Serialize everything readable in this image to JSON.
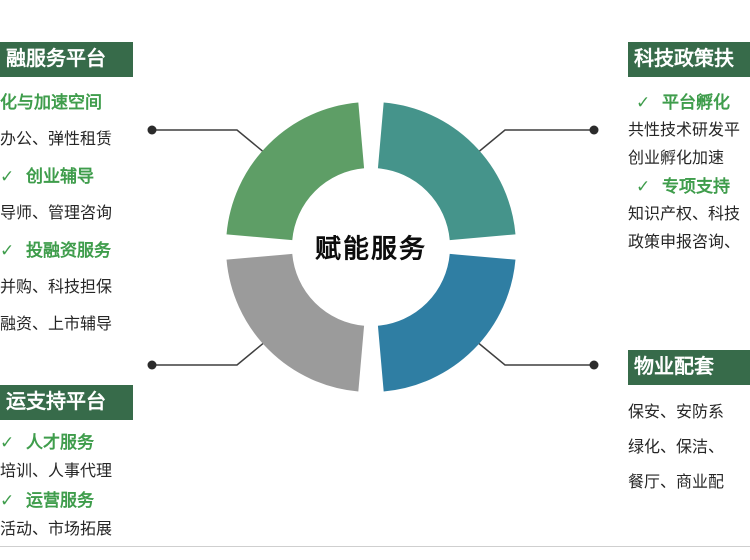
{
  "center": {
    "title": "赋能服务"
  },
  "glyphs": {
    "check": "✓"
  },
  "colors": {
    "segment_top_left": "#5e9e66",
    "segment_top_right": "#45948b",
    "segment_bottom_right": "#2f7ea3",
    "segment_bottom_left": "#9b9b9b",
    "header_bg": "#376b4a",
    "accent_green": "#3f9d4c",
    "body_text": "#262626"
  },
  "panels": {
    "top_left": {
      "header": "融服务平台",
      "items": [
        {
          "text": "化与加速空间",
          "style": "green",
          "check": false
        },
        {
          "text": "办公、弹性租赁",
          "style": "plain",
          "check": false
        },
        {
          "text": "创业辅导",
          "style": "green",
          "check": true
        },
        {
          "text": "导师、管理咨询",
          "style": "plain",
          "check": false
        },
        {
          "text": "投融资服务",
          "style": "green",
          "check": true
        },
        {
          "text": "并购、科技担保",
          "style": "plain",
          "check": false
        },
        {
          "text": "融资、上市辅导",
          "style": "plain",
          "check": false
        }
      ]
    },
    "top_right": {
      "header": "科技政策扶",
      "items": [
        {
          "text": "平台孵化",
          "style": "green",
          "check": true
        },
        {
          "text": "共性技术研发平",
          "style": "plain",
          "check": false
        },
        {
          "text": "创业孵化加速",
          "style": "plain",
          "check": false
        },
        {
          "text": "专项支持",
          "style": "green",
          "check": true
        },
        {
          "text": "知识产权、科技",
          "style": "plain",
          "check": false
        },
        {
          "text": "政策申报咨询、",
          "style": "plain",
          "check": false
        }
      ]
    },
    "bottom_left": {
      "header": "运支持平台",
      "items": [
        {
          "text": "人才服务",
          "style": "green",
          "check": true
        },
        {
          "text": "培训、人事代理",
          "style": "plain",
          "check": false
        },
        {
          "text": "运营服务",
          "style": "green",
          "check": true
        },
        {
          "text": "活动、市场拓展",
          "style": "plain",
          "check": false
        }
      ]
    },
    "bottom_right": {
      "header": "物业配套",
      "items": [
        {
          "text": "保安、安防系",
          "style": "plain",
          "check": false
        },
        {
          "text": "绿化、保洁、",
          "style": "plain",
          "check": false
        },
        {
          "text": "餐厅、商业配",
          "style": "plain",
          "check": false
        }
      ]
    }
  }
}
